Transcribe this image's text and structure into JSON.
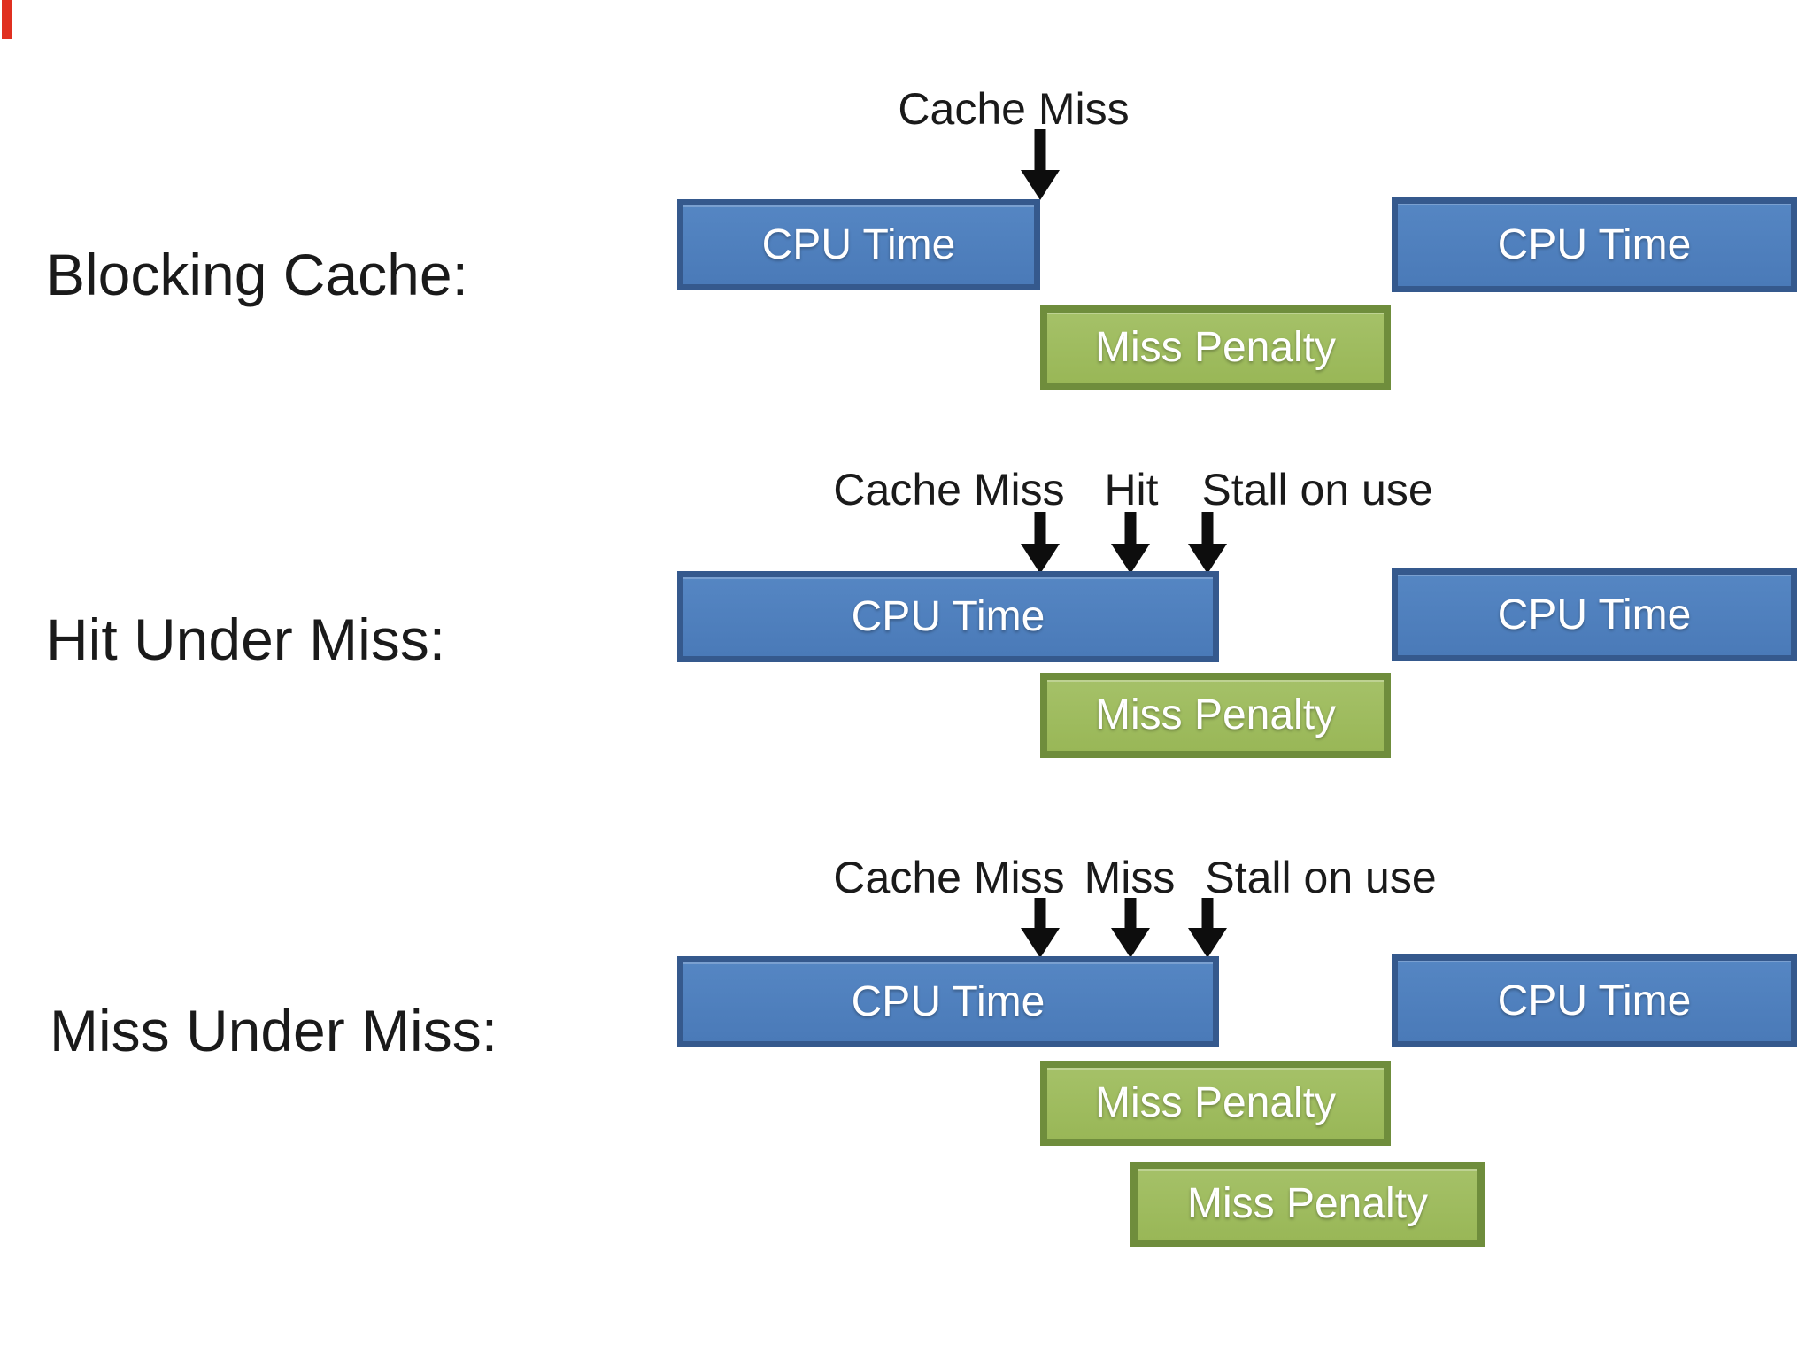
{
  "colors": {
    "background": "#ffffff",
    "cpu_fill": "#4a7ab8",
    "cpu_fill_light": "#5586c3",
    "cpu_border": "#35598d",
    "penalty_fill": "#99b757",
    "penalty_fill_light": "#a5c168",
    "penalty_border": "#6f8d3c",
    "arrow": "#0d0d0d",
    "text_dark": "#1a1a1a",
    "box_text": "#ffffff"
  },
  "rows": [
    {
      "label": "Blocking Cache:",
      "annotations": [
        {
          "text": "Cache Miss"
        }
      ],
      "boxes": [
        {
          "text": "CPU Time"
        },
        {
          "text": "Miss Penalty"
        },
        {
          "text": "CPU Time"
        }
      ]
    },
    {
      "label": "Hit Under Miss:",
      "annotations": [
        {
          "text": "Cache Miss"
        },
        {
          "text": "Hit"
        },
        {
          "text": "Stall on use"
        }
      ],
      "boxes": [
        {
          "text": "CPU Time"
        },
        {
          "text": "Miss Penalty"
        },
        {
          "text": "CPU Time"
        }
      ]
    },
    {
      "label": "Miss Under Miss:",
      "annotations": [
        {
          "text": "Cache Miss"
        },
        {
          "text": "Miss"
        },
        {
          "text": "Stall on use"
        }
      ],
      "boxes": [
        {
          "text": "CPU Time"
        },
        {
          "text": "Miss Penalty"
        },
        {
          "text": "Miss Penalty"
        },
        {
          "text": "CPU Time"
        }
      ]
    }
  ]
}
